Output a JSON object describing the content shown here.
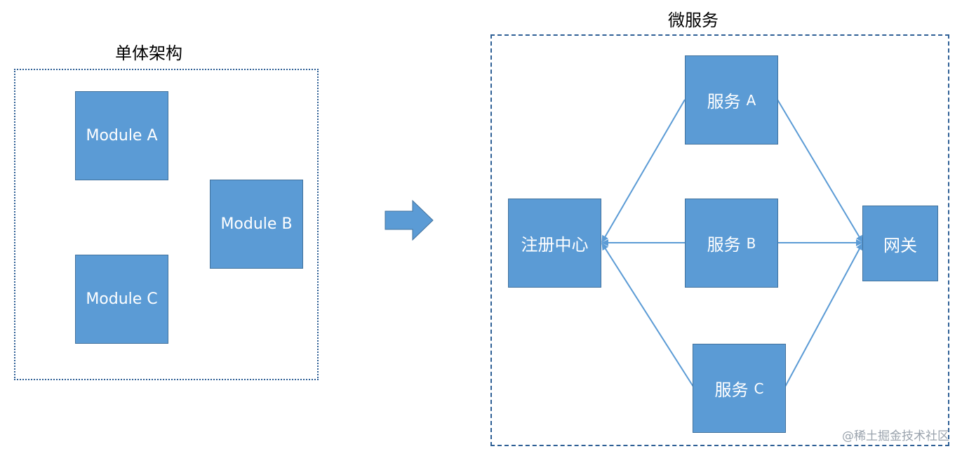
{
  "monolith": {
    "title": "单体架构",
    "modules": [
      {
        "label": "Module A"
      },
      {
        "label": "Module B"
      },
      {
        "label": "Module C"
      }
    ]
  },
  "microservices": {
    "title": "微服务",
    "registry": "注册中心",
    "gateway": "网关",
    "services": [
      {
        "label": "服务",
        "suffix": "A"
      },
      {
        "label": "服务",
        "suffix": "B"
      },
      {
        "label": "服务",
        "suffix": "C"
      }
    ]
  },
  "watermark": "@稀土掘金技术社区",
  "colors": {
    "box_fill": "#5b9bd5",
    "box_border": "#41719c",
    "frame_border": "#2e5f95",
    "edge": "#5b9bd5"
  }
}
